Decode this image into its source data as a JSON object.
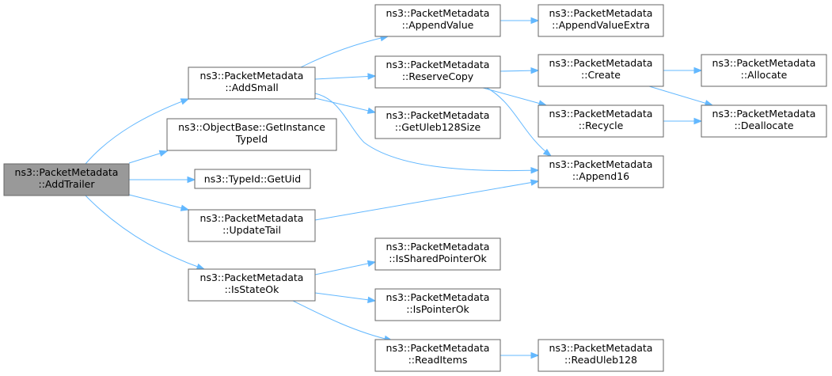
{
  "graph": {
    "nodes": [
      {
        "id": "root",
        "lines": [
          "ns3::PacketMetadata",
          "::AddTrailer"
        ],
        "root": true
      },
      {
        "id": "addsmall",
        "lines": [
          "ns3::PacketMetadata",
          "::AddSmall"
        ]
      },
      {
        "id": "getinstance",
        "lines": [
          "ns3::ObjectBase::GetInstance",
          "TypeId"
        ]
      },
      {
        "id": "getuid",
        "lines": [
          "ns3::TypeId::GetUid"
        ]
      },
      {
        "id": "updatetail",
        "lines": [
          "ns3::PacketMetadata",
          "::UpdateTail"
        ]
      },
      {
        "id": "isstateok",
        "lines": [
          "ns3::PacketMetadata",
          "::IsStateOk"
        ]
      },
      {
        "id": "appendvalue",
        "lines": [
          "ns3::PacketMetadata",
          "::AppendValue"
        ]
      },
      {
        "id": "reservecopy",
        "lines": [
          "ns3::PacketMetadata",
          "::ReserveCopy"
        ]
      },
      {
        "id": "getuleb",
        "lines": [
          "ns3::PacketMetadata",
          "::GetUleb128Size"
        ]
      },
      {
        "id": "issharedptr",
        "lines": [
          "ns3::PacketMetadata",
          "::IsSharedPointerOk"
        ]
      },
      {
        "id": "ispointerok",
        "lines": [
          "ns3::PacketMetadata",
          "::IsPointerOk"
        ]
      },
      {
        "id": "readitems",
        "lines": [
          "ns3::PacketMetadata",
          "::ReadItems"
        ]
      },
      {
        "id": "appendvalueextra",
        "lines": [
          "ns3::PacketMetadata",
          "::AppendValueExtra"
        ]
      },
      {
        "id": "create",
        "lines": [
          "ns3::PacketMetadata",
          "::Create"
        ]
      },
      {
        "id": "recycle",
        "lines": [
          "ns3::PacketMetadata",
          "::Recycle"
        ]
      },
      {
        "id": "append16",
        "lines": [
          "ns3::PacketMetadata",
          "::Append16"
        ]
      },
      {
        "id": "readuleb",
        "lines": [
          "ns3::PacketMetadata",
          "::ReadUleb128"
        ]
      },
      {
        "id": "allocate",
        "lines": [
          "ns3::PacketMetadata",
          "::Allocate"
        ]
      },
      {
        "id": "deallocate",
        "lines": [
          "ns3::PacketMetadata",
          "::Deallocate"
        ]
      }
    ],
    "edges": [
      [
        "root",
        "addsmall"
      ],
      [
        "root",
        "getinstance"
      ],
      [
        "root",
        "getuid"
      ],
      [
        "root",
        "updatetail"
      ],
      [
        "root",
        "isstateok"
      ],
      [
        "addsmall",
        "appendvalue"
      ],
      [
        "addsmall",
        "reservecopy"
      ],
      [
        "addsmall",
        "getuleb"
      ],
      [
        "addsmall",
        "append16"
      ],
      [
        "updatetail",
        "append16"
      ],
      [
        "isstateok",
        "issharedptr"
      ],
      [
        "isstateok",
        "ispointerok"
      ],
      [
        "isstateok",
        "readitems"
      ],
      [
        "appendvalue",
        "appendvalueextra"
      ],
      [
        "reservecopy",
        "create"
      ],
      [
        "reservecopy",
        "recycle"
      ],
      [
        "reservecopy",
        "append16"
      ],
      [
        "readitems",
        "readuleb"
      ],
      [
        "create",
        "allocate"
      ],
      [
        "create",
        "deallocate"
      ],
      [
        "recycle",
        "deallocate"
      ]
    ]
  }
}
